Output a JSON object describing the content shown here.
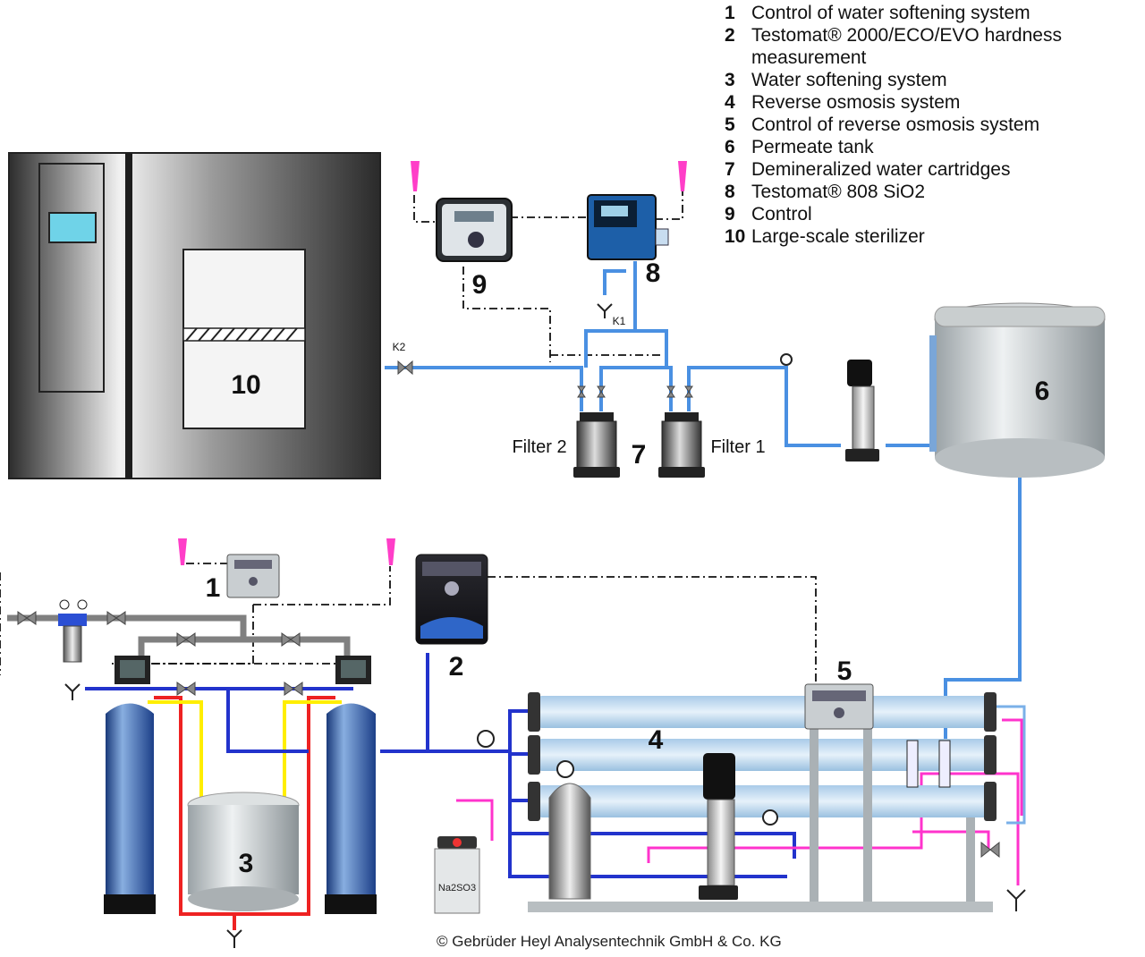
{
  "legend": [
    {
      "num": "1",
      "text": "Control of water softening system"
    },
    {
      "num": "2",
      "text": "Testomat® 2000/ECO/EVO hardness measurement"
    },
    {
      "num": "3",
      "text": "Water softening system"
    },
    {
      "num": "4",
      "text": "Reverse osmosis system"
    },
    {
      "num": "5",
      "text": "Control of reverse osmosis system"
    },
    {
      "num": "6",
      "text": "Permeate tank"
    },
    {
      "num": "7",
      "text": "Demineralized water cartridges"
    },
    {
      "num": "8",
      "text": "Testomat® 808 SiO2"
    },
    {
      "num": "9",
      "text": "Control"
    },
    {
      "num": "10",
      "text": "Large-scale sterilizer"
    }
  ],
  "labels": {
    "n1": "1",
    "n2": "2",
    "n3": "3",
    "n4": "4",
    "n5": "5",
    "n6": "6",
    "n7": "7",
    "n8": "8",
    "n9": "9",
    "n10": "10",
    "filter1": "Filter 1",
    "filter2": "Filter 2",
    "k1": "K1",
    "k2": "K2",
    "chemical": "Na2SO3"
  },
  "copyright": "© Gebrüder Heyl Analysentechnik GmbH & Co. KG",
  "colors": {
    "raw_water": "#2233cc",
    "permeate": "#4a90e2",
    "concentrate": "#ff33cc",
    "brine": "#ee2222",
    "regeneration": "#ffee00",
    "signal": "#111111"
  }
}
